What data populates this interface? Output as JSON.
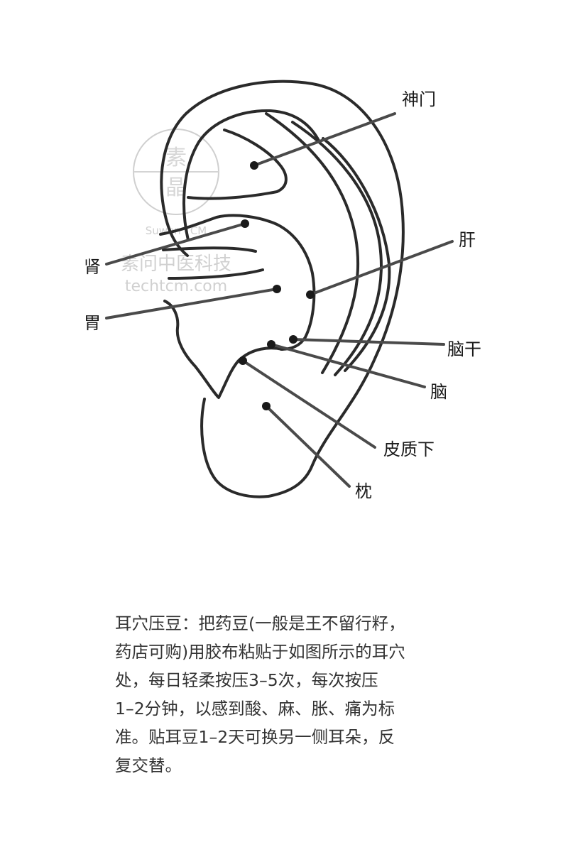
{
  "diagram": {
    "points": [
      {
        "id": "shenmen",
        "label": "神门"
      },
      {
        "id": "gan",
        "label": "肝"
      },
      {
        "id": "shen",
        "label": "肾"
      },
      {
        "id": "wei",
        "label": "胃"
      },
      {
        "id": "naogan",
        "label": "脑干"
      },
      {
        "id": "nao",
        "label": "脑"
      },
      {
        "id": "pizhixia",
        "label": "皮质下"
      },
      {
        "id": "zhen",
        "label": "枕"
      }
    ],
    "watermark": {
      "glyph_top": "素",
      "glyph_bottom": "晶",
      "brand_en": "Suwen TCM",
      "brand_cn": "素问中医科技",
      "site": "techtcm.com"
    }
  },
  "instructions": {
    "text": "耳穴压豆：把药豆(一般是王不留行籽，\n药店可购)用胶布粘贴于如图所示的耳穴\n处，每日轻柔按压3–5次，每次按压\n1–2分钟，以感到酸、麻、胀、痛为标\n准。贴耳豆1–2天可换另一侧耳朵，反\n复交替。"
  }
}
